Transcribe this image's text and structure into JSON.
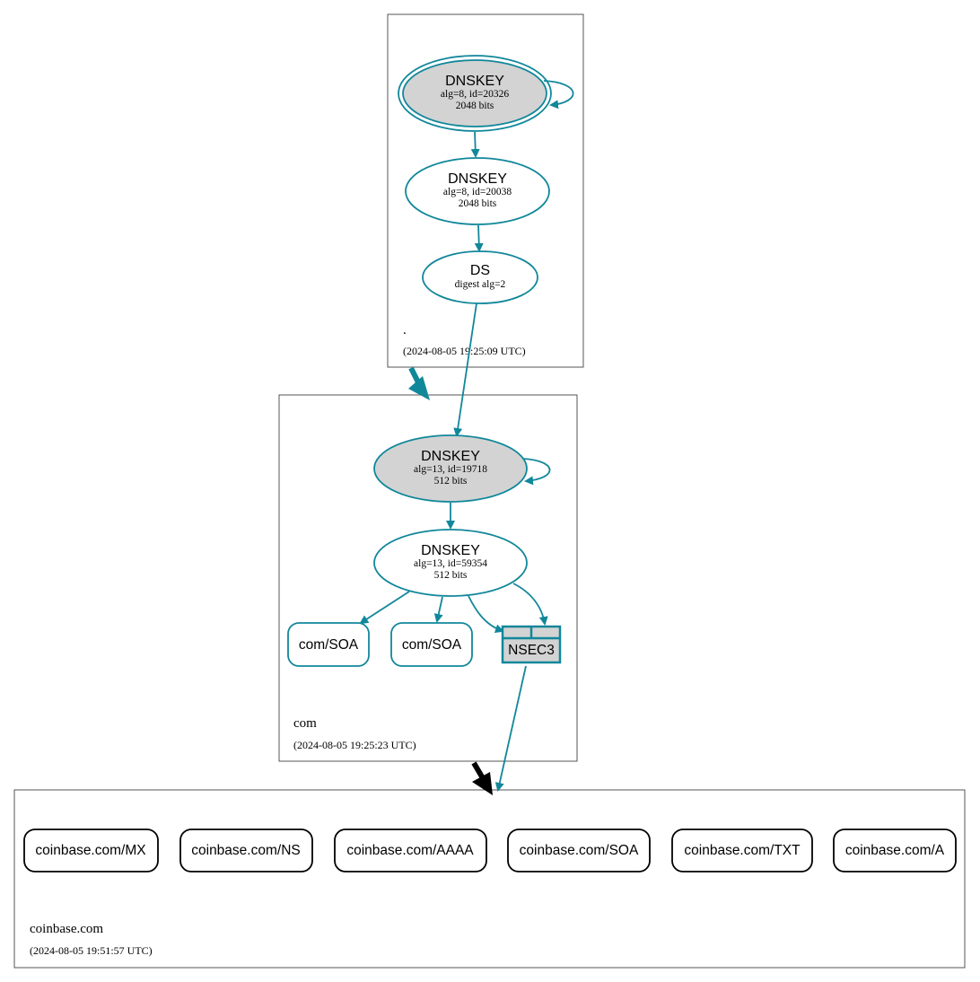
{
  "colors": {
    "edge": "#11879a",
    "key_fill_sep": "#d3d3d3",
    "zone_border": "#555555",
    "delegation_insecure": "#000000"
  },
  "zones": {
    "root": {
      "name": ".",
      "timestamp": "(2024-08-05 19:25:09 UTC)"
    },
    "com": {
      "name": "com",
      "timestamp": "(2024-08-05 19:25:23 UTC)"
    },
    "coinbase": {
      "name": "coinbase.com",
      "timestamp": "(2024-08-05 19:51:57 UTC)"
    }
  },
  "nodes": {
    "root_ksk": {
      "title": "DNSKEY",
      "line1": "alg=8, id=20326",
      "line2": "2048 bits"
    },
    "root_zsk": {
      "title": "DNSKEY",
      "line1": "alg=8, id=20038",
      "line2": "2048 bits"
    },
    "root_ds": {
      "title": "DS",
      "line1": "digest alg=2"
    },
    "com_ksk": {
      "title": "DNSKEY",
      "line1": "alg=13, id=19718",
      "line2": "512 bits"
    },
    "com_zsk": {
      "title": "DNSKEY",
      "line1": "alg=13, id=59354",
      "line2": "512 bits"
    },
    "com_soa_1": {
      "label": "com/SOA"
    },
    "com_soa_2": {
      "label": "com/SOA"
    },
    "com_nsec3": {
      "label": "NSEC3"
    }
  },
  "rrsets": [
    {
      "label": "coinbase.com/MX"
    },
    {
      "label": "coinbase.com/NS"
    },
    {
      "label": "coinbase.com/AAAA"
    },
    {
      "label": "coinbase.com/SOA"
    },
    {
      "label": "coinbase.com/TXT"
    },
    {
      "label": "coinbase.com/A"
    }
  ]
}
